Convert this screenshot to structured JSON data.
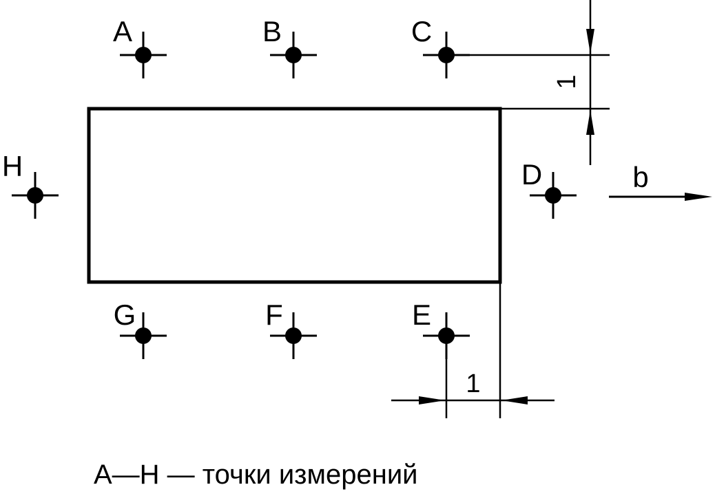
{
  "points": [
    {
      "id": "A",
      "label": "A"
    },
    {
      "id": "B",
      "label": "B"
    },
    {
      "id": "C",
      "label": "C"
    },
    {
      "id": "D",
      "label": "D"
    },
    {
      "id": "E",
      "label": "E"
    },
    {
      "id": "F",
      "label": "F"
    },
    {
      "id": "G",
      "label": "G"
    },
    {
      "id": "H",
      "label": "H"
    }
  ],
  "dimensions": {
    "vertical": "1",
    "horizontal": "1"
  },
  "wind_label": "b",
  "caption": "A—H — точки измерений"
}
